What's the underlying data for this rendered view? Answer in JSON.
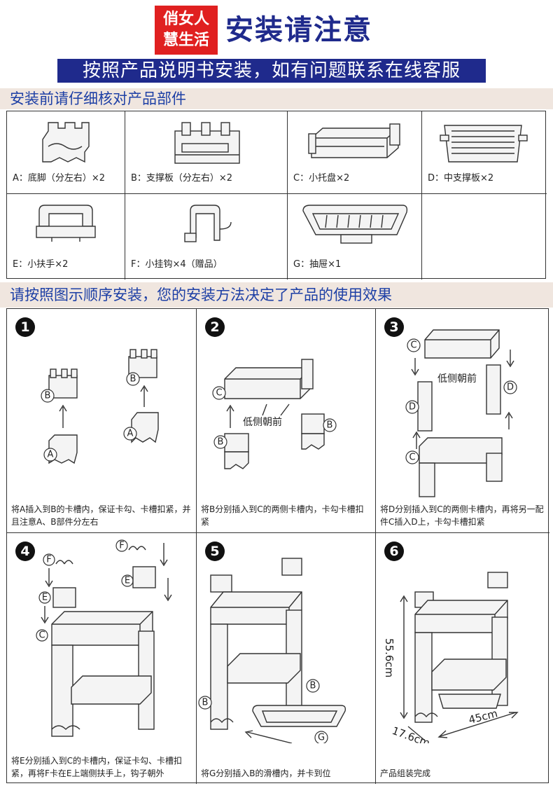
{
  "header": {
    "brand_line1": "俏女人",
    "brand_line2": "慧生活",
    "title": "安装请注意",
    "banner": "按照产品说明书安装，如有问题联系在线客服"
  },
  "parts_section": {
    "title": "安装前请仔细核对产品部件",
    "items": [
      {
        "label": "A：底脚（分左右）×2"
      },
      {
        "label": "B：支撑板（分左右）×2"
      },
      {
        "label": "C：小托盘×2"
      },
      {
        "label": "D：中支撑板×2"
      },
      {
        "label": "E：小扶手×2"
      },
      {
        "label": "F：小挂钩×4（赠品）"
      },
      {
        "label": "G：抽屉×1"
      },
      {
        "label": ""
      }
    ]
  },
  "steps_section": {
    "title": "请按照图示顺序安装，您的安装方法决定了产品的使用效果",
    "steps": [
      {
        "number": "1",
        "desc": "将A插入到B的卡槽内，保证卡勾、卡槽扣紧，并且注意A、B部件分左右"
      },
      {
        "number": "2",
        "desc": "将B分别插入到C的两侧卡槽内，卡勾卡槽扣紧",
        "note": "低侧朝前"
      },
      {
        "number": "3",
        "desc": "将D分别插入到C的两侧卡槽内，再将另一配件C插入D上，卡勾卡槽扣紧",
        "note": "低侧朝前"
      },
      {
        "number": "4",
        "desc": "将E分别插入到C的卡槽内，保证卡勾、卡槽扣紧，再将F卡在E上端侧扶手上，钩子朝外"
      },
      {
        "number": "5",
        "desc": "将G分别插入B的滑槽内，并卡到位"
      },
      {
        "number": "6",
        "desc": "产品组装完成",
        "dims": {
          "height": "55.6cm",
          "depth": "17.6cm",
          "width": "45cm"
        }
      }
    ],
    "part_letters": {
      "a": "A",
      "b": "B",
      "c": "C",
      "d": "D",
      "e": "E",
      "f": "F",
      "g": "G"
    }
  }
}
